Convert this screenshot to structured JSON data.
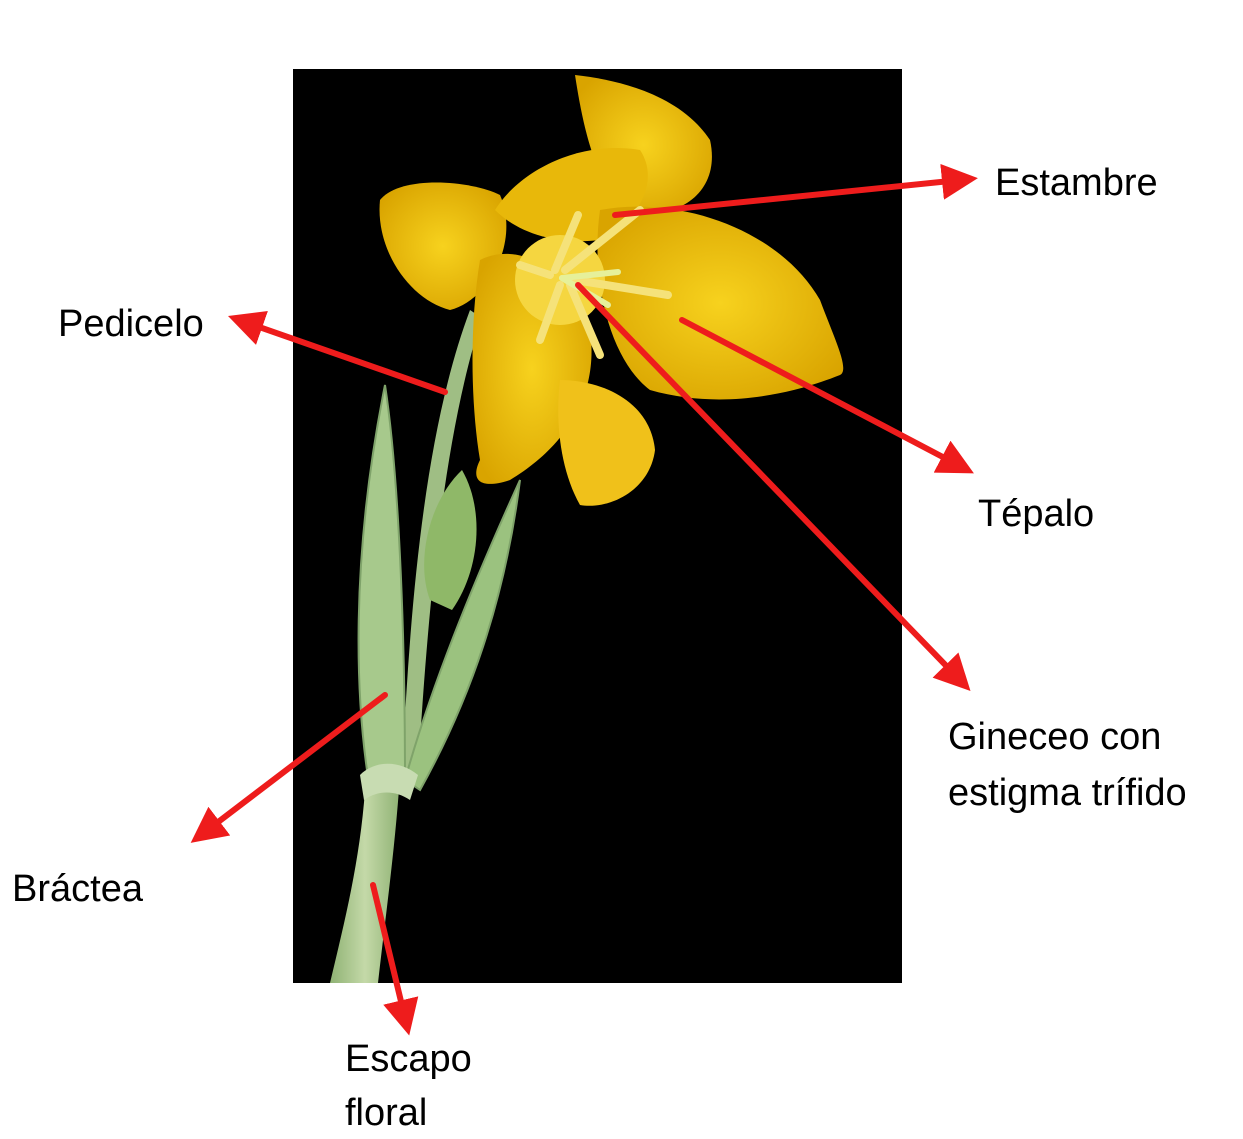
{
  "colors": {
    "background": "#ffffff",
    "photo_background": "#000000",
    "arrow": "#ee1c1c",
    "petal": "#f2c40e",
    "stem": "#a9c58a"
  },
  "labels": {
    "estambre": "Estambre",
    "pedicelo": "Pedicelo",
    "tepalo": "Tépalo",
    "gineceo_line1": "Gineceo con",
    "gineceo_line2": "estigma trífido",
    "bractea": "Bráctea",
    "escapo_line1": "Escapo",
    "escapo_line2": "floral"
  }
}
